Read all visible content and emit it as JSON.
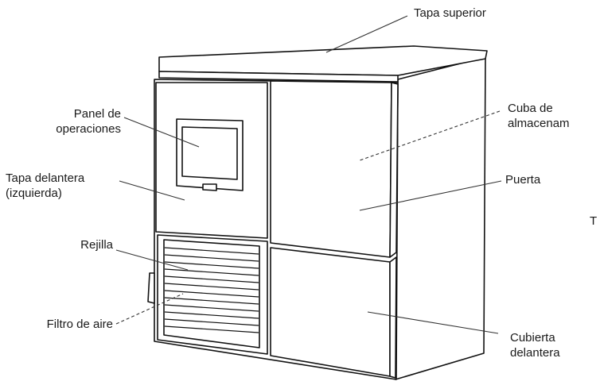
{
  "labels": {
    "top_cover": "Tapa superior",
    "operation_panel_line1": "Panel de",
    "operation_panel_line2": "operaciones",
    "storage_tank_line1": "Cuba de",
    "storage_tank_line2": "almacenam",
    "front_cover_left_line1": "Tapa delantera",
    "front_cover_left_line2": "(izquierda)",
    "door": "Puerta",
    "cut_char": "T",
    "grille": "Rejilla",
    "air_filter": "Filtro de aire",
    "front_cover_line1": "Cubierta",
    "front_cover_line2": "delantera"
  }
}
